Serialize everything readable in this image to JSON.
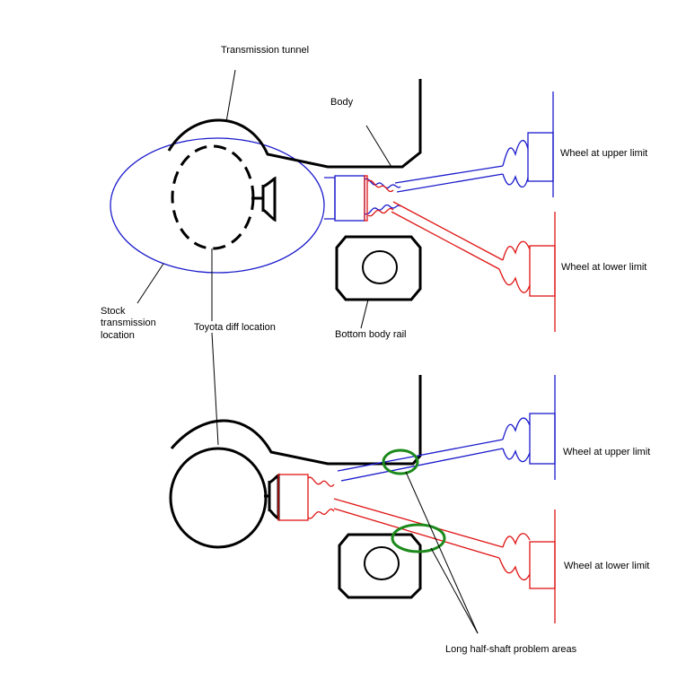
{
  "labels": {
    "transmission_tunnel": "Transmission tunnel",
    "body": "Body",
    "wheel_upper_1": "Wheel at upper limit",
    "wheel_lower_1": "Wheel at lower limit",
    "stock_line1": "Stock",
    "stock_line2": "transmission",
    "stock_line3": "location",
    "toyota_diff": "Toyota diff location",
    "bottom_rail": "Bottom body rail",
    "wheel_upper_2": "Wheel at upper limit",
    "wheel_lower_2": "Wheel at lower limit",
    "problem_areas": "Long half-shaft problem areas"
  },
  "colors": {
    "upper_shaft": "#1a1acc",
    "lower_shaft": "#e01414",
    "problem_circle": "#1b8a1b",
    "structure": "#000000"
  }
}
